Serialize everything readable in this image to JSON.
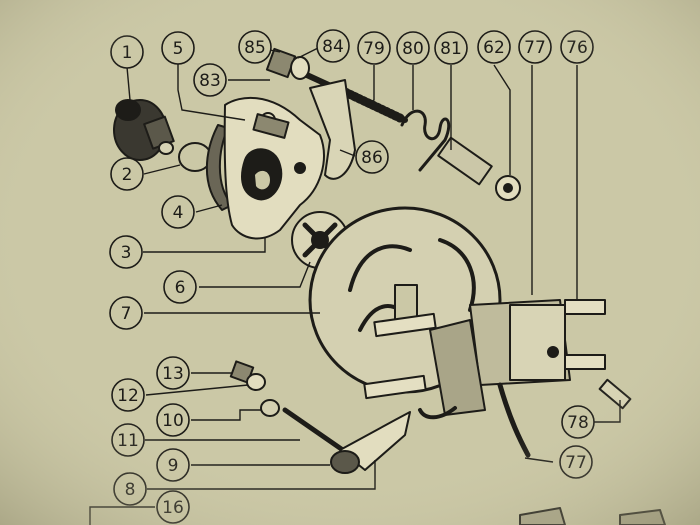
{
  "diagram": {
    "type": "exploded-parts-view",
    "callouts": [
      {
        "id": "c1",
        "label": "1"
      },
      {
        "id": "c5",
        "label": "5"
      },
      {
        "id": "c85",
        "label": "85"
      },
      {
        "id": "c84",
        "label": "84"
      },
      {
        "id": "c79",
        "label": "79"
      },
      {
        "id": "c80",
        "label": "80"
      },
      {
        "id": "c81",
        "label": "81"
      },
      {
        "id": "c62",
        "label": "62"
      },
      {
        "id": "c77a",
        "label": "77"
      },
      {
        "id": "c76",
        "label": "76"
      },
      {
        "id": "c83",
        "label": "83"
      },
      {
        "id": "c86",
        "label": "86"
      },
      {
        "id": "c2",
        "label": "2"
      },
      {
        "id": "c4",
        "label": "4"
      },
      {
        "id": "c3",
        "label": "3"
      },
      {
        "id": "c6",
        "label": "6"
      },
      {
        "id": "c7",
        "label": "7"
      },
      {
        "id": "c13",
        "label": "13"
      },
      {
        "id": "c12",
        "label": "12"
      },
      {
        "id": "c10",
        "label": "10"
      },
      {
        "id": "c11",
        "label": "11"
      },
      {
        "id": "c9",
        "label": "9"
      },
      {
        "id": "c8",
        "label": "8"
      },
      {
        "id": "c16",
        "label": "16"
      },
      {
        "id": "c78",
        "label": "78"
      },
      {
        "id": "c77b",
        "label": "77"
      }
    ]
  },
  "colors": {
    "paper": "#c9c6a4",
    "ink": "#1d1c18"
  }
}
